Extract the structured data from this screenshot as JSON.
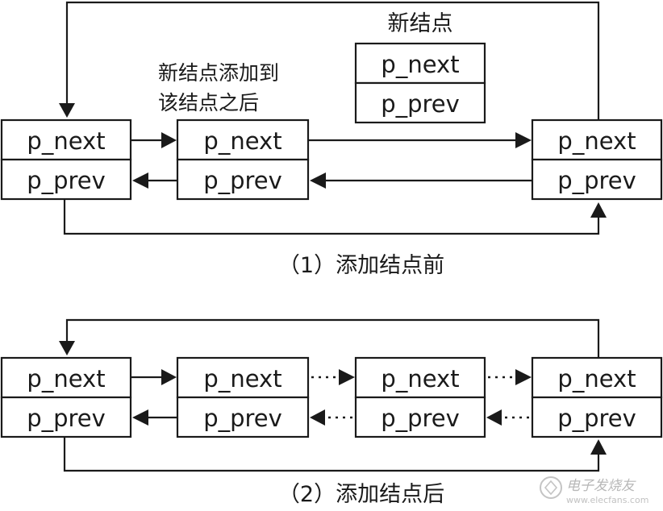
{
  "labels": {
    "next": "p_next",
    "prev": "p_prev"
  },
  "before": {
    "new_node_title": "新结点",
    "insert_note_line1": "新结点添加到",
    "insert_note_line2": "该结点之后",
    "caption": "（1）添加结点前"
  },
  "after": {
    "caption": "（2）添加结点后"
  },
  "watermark": {
    "text": "电子发烧友",
    "sub": "www.elecfans.com"
  }
}
